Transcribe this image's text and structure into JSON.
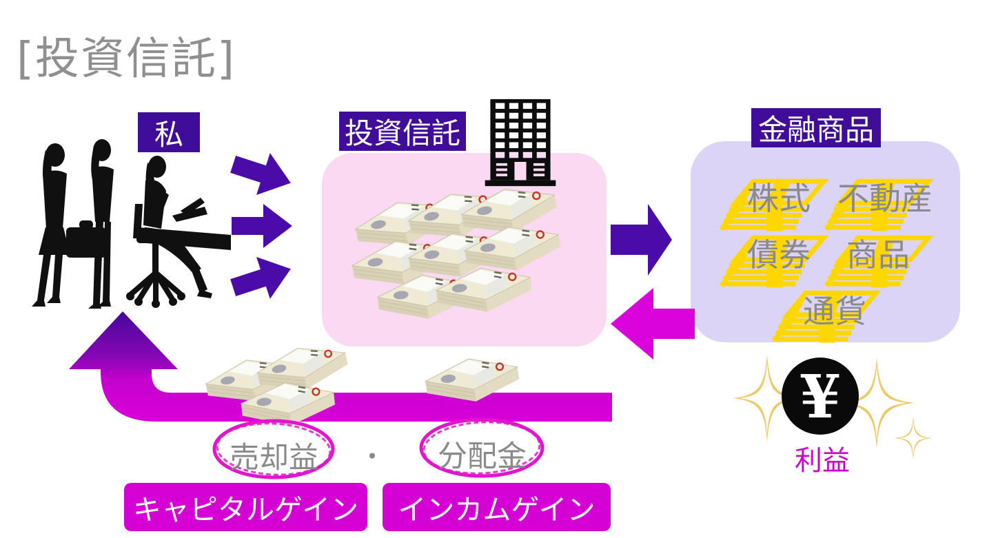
{
  "title": "[投資信託]",
  "investor": {
    "label": "私"
  },
  "fund": {
    "label": "投資信託"
  },
  "products": {
    "label": "金融商品",
    "items": [
      "株式",
      "不動産",
      "債券",
      "商品",
      "通貨"
    ]
  },
  "profit": {
    "coin_symbol": "¥",
    "label": "利益"
  },
  "returns": {
    "sale_gain": "売却益",
    "separator": "・",
    "distribution": "分配金",
    "capital_gain": "キャピタルゲイン",
    "income_gain": "インカムゲイン"
  },
  "colors": {
    "label_purple": "#3F0D9A",
    "arrow_purple": "#4B0BA8",
    "magenta": "#D400D4",
    "pink_panel": "#FBD9F2",
    "lavender_panel": "#DBD4F6",
    "gold": "#FFD700",
    "gray_text": "#8A8A8A"
  }
}
